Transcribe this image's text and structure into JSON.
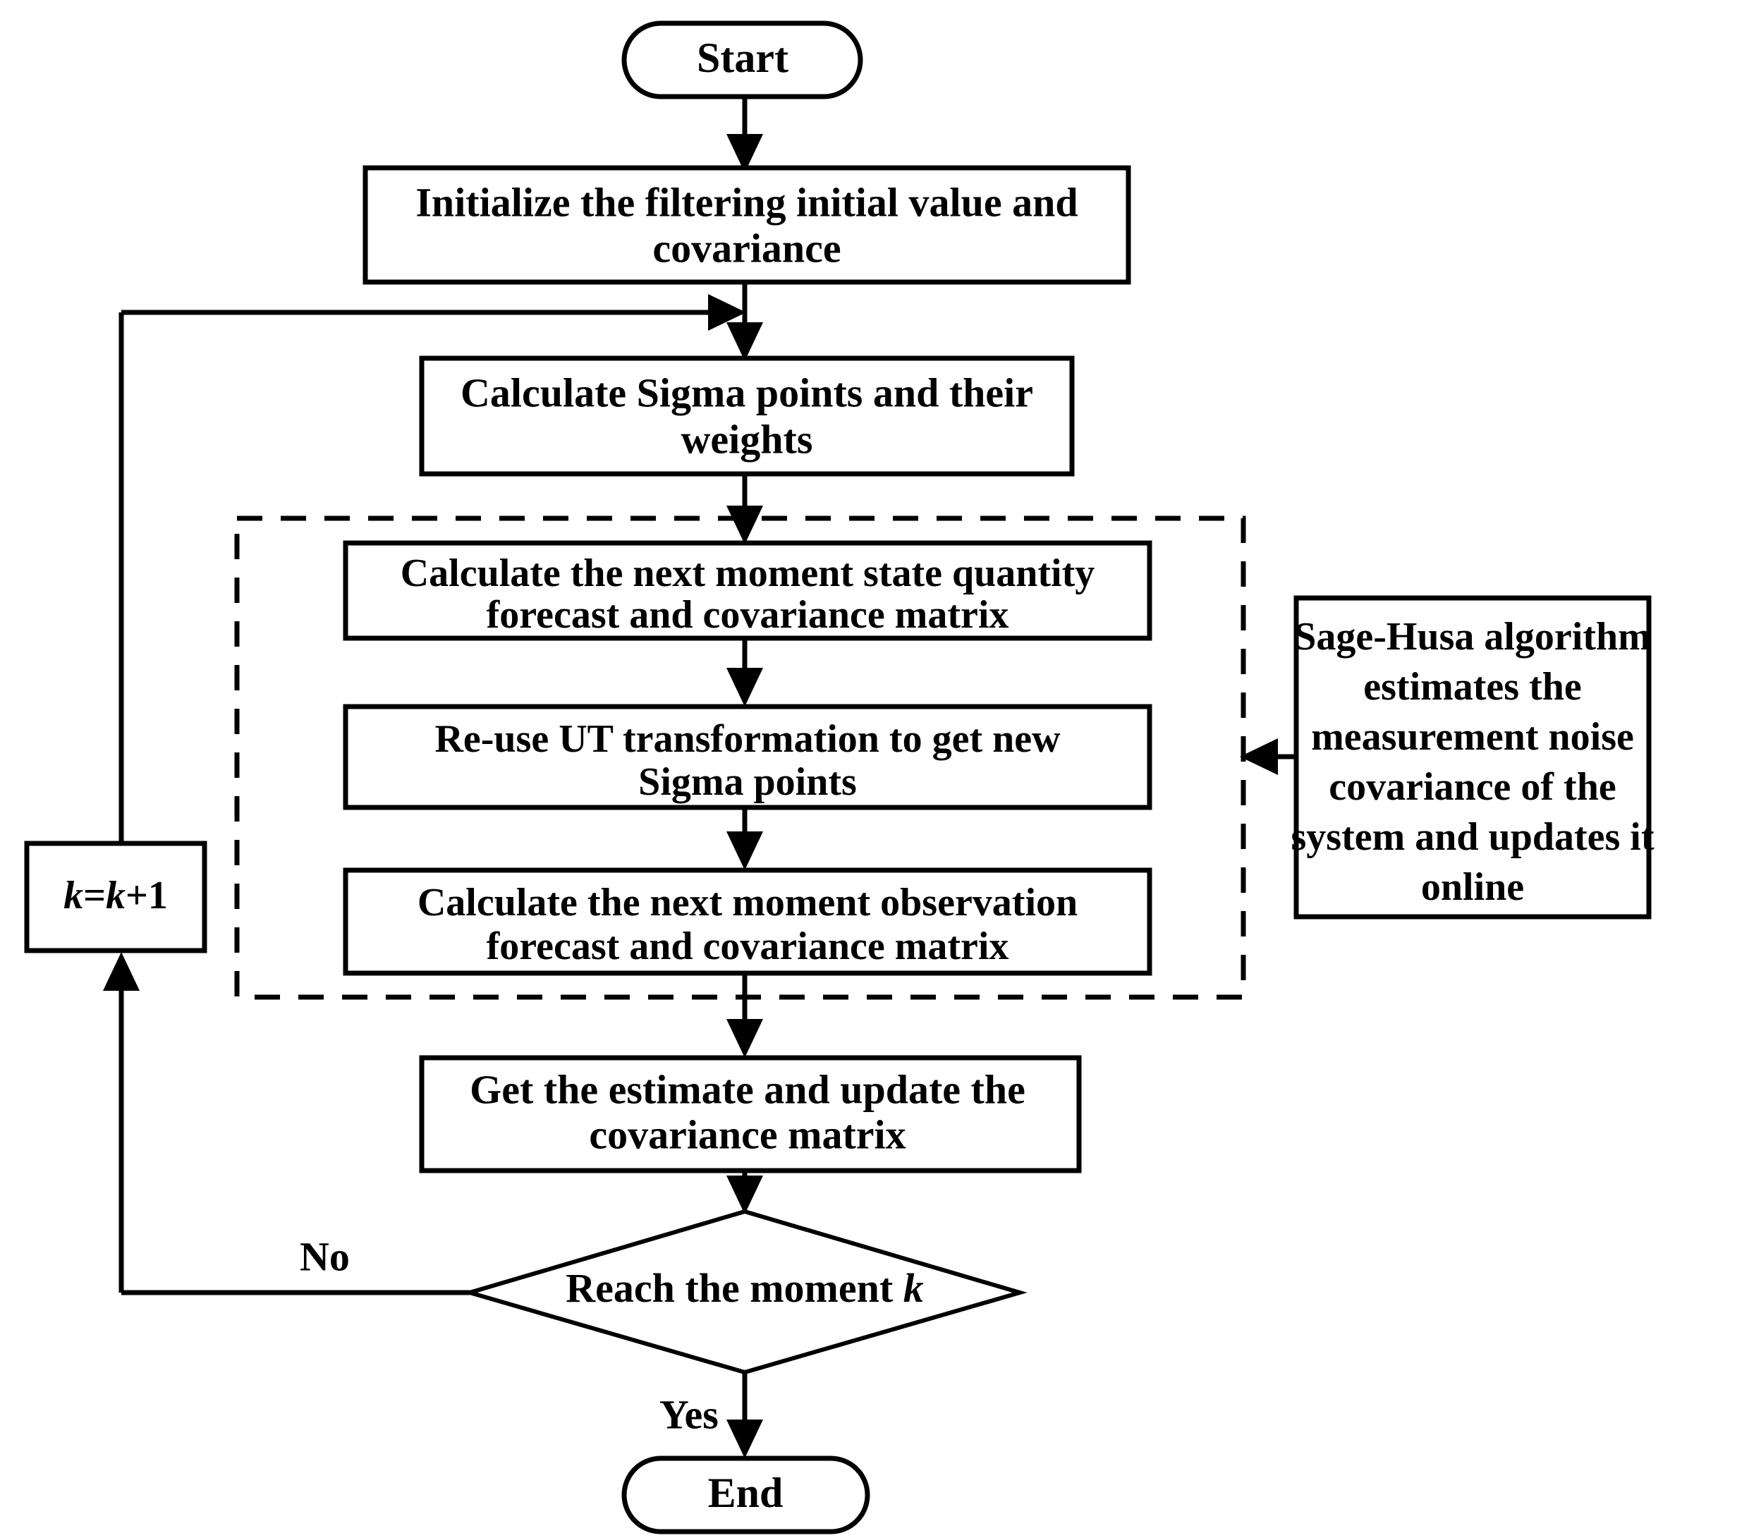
{
  "diagram": {
    "title": "Sage-Husa adaptive UKF algorithm flowchart",
    "background_color": "#ffffff",
    "line_color": "#000000",
    "nodes": {
      "start": {
        "label": "Start",
        "shape": "terminal"
      },
      "initialize": {
        "line1": "Initialize the filtering initial value and",
        "line2": "covariance",
        "shape": "process"
      },
      "sigma_points": {
        "line1": "Calculate Sigma points and their",
        "line2": "weights",
        "shape": "process"
      },
      "state_forecast": {
        "line1": "Calculate the next moment state quantity",
        "line2": "forecast and covariance matrix",
        "shape": "process"
      },
      "ut_transform": {
        "line1": "Re-use UT transformation to get new",
        "line2": "Sigma points",
        "shape": "process"
      },
      "observation_forecast": {
        "line1": "Calculate the next moment observation",
        "line2": "forecast and covariance matrix",
        "shape": "process"
      },
      "sage_husa": {
        "line1": "Sage-Husa algorithm",
        "line2": "estimates the",
        "line3": "measurement noise",
        "line4": "covariance of the",
        "line5": "system and updates it",
        "line6": "online",
        "shape": "process"
      },
      "increment": {
        "label_prefix": "k",
        "label_mid": "=",
        "label_var": "k",
        "label_suffix": "+1",
        "shape": "process"
      },
      "update_estimate": {
        "line1": "Get the estimate and update the",
        "line2": "covariance matrix",
        "shape": "process"
      },
      "decision": {
        "text_prefix": "Reach the moment ",
        "text_var": "k",
        "shape": "decision"
      },
      "end": {
        "label": "End",
        "shape": "terminal"
      }
    },
    "edge_labels": {
      "no": "No",
      "yes": "Yes"
    },
    "groups": {
      "ukf_core": {
        "style": "dashed",
        "label": ""
      }
    }
  }
}
